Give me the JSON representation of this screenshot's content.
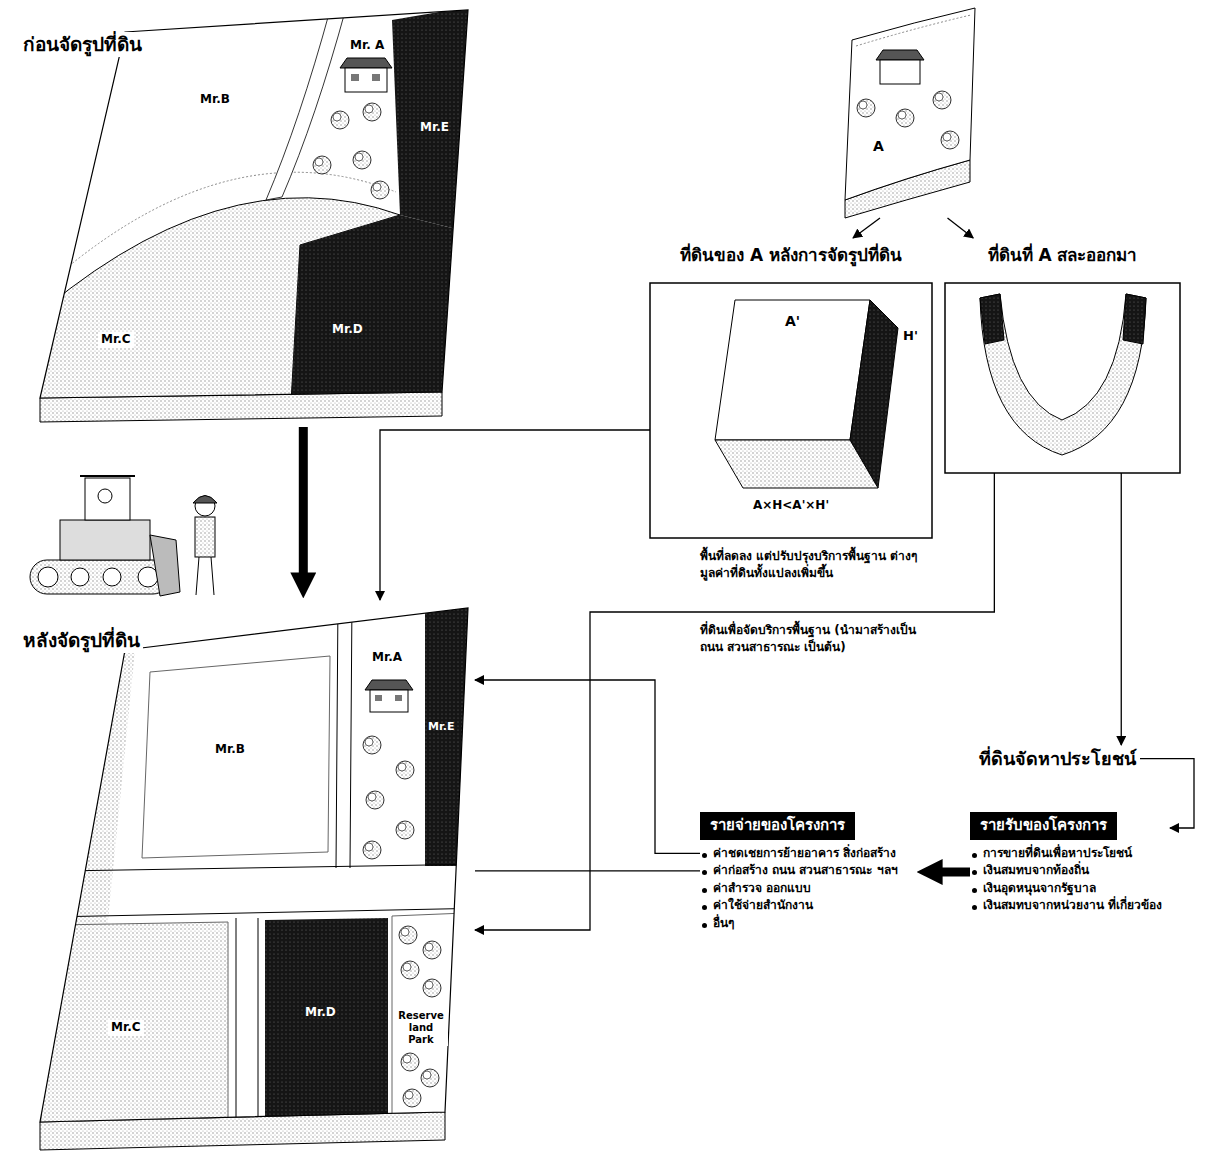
{
  "diagram": {
    "nodes": [
      {
        "text": [
          "ก่อนจัดรูปที่ดิน"
        ]
      },
      {
        "text": [
          "หลังจัดรูปที่ดิน"
        ]
      },
      {
        "text": [
          "A"
        ]
      },
      {
        "text": [
          "ที่ดินของ A หลังการจัดรูปที่ดิน",
          "A'",
          "H'",
          "A×H<A'×H'"
        ]
      },
      {
        "text": [
          "ที่ดินที่ A สละออกมา"
        ]
      },
      {
        "text": [
          "ที่ดินจัดหาประโยชน์"
        ]
      },
      {
        "text": [
          "รายจ่ายของโครงการ",
          "ค่าชดเชยการย้ายอาคาร สิ่งก่อสร้าง",
          "ค่าก่อสร้าง ถนน สวนสาธารณะ ฯลฯ",
          "ค่าสำรวจ ออกแบบ",
          "ค่าใช้จ่ายสำนักงาน",
          "อื่นๆ"
        ]
      },
      {
        "text": [
          "รายรับของโครงการ",
          "การขายที่ดินเพื่อหาประโยชน์",
          "เงินสมทบจากท้องถิ่น",
          "เงินอุดหนุนจากรัฐบาล",
          "เงินสมทบจากหน่วยงาน ที่เกี่ยวข้อง"
        ]
      }
    ],
    "edges": [
      {
        "from": 0,
        "to": 1,
        "arrow": "to"
      },
      {
        "from": 2,
        "to": 3,
        "arrow": "to"
      },
      {
        "from": 2,
        "to": 4,
        "arrow": "to"
      },
      {
        "from": 3,
        "to": 1,
        "arrow": "to"
      },
      {
        "from": 4,
        "to": 1,
        "label": "ที่ดินเพื่อจัดบริการพื้นฐาน (นำมาสร้างเป็น ถนน สวนสาธารณะ เป็นต้น)",
        "arrow": "to"
      },
      {
        "from": 4,
        "to": 5,
        "arrow": "to"
      },
      {
        "from": 5,
        "to": 7,
        "arrow": "to"
      },
      {
        "from": 7,
        "to": 6,
        "arrow": "to"
      },
      {
        "from": 6,
        "to": 1,
        "arrow": "to"
      },
      {
        "from": 6,
        "to": 1,
        "arrow": "none"
      }
    ],
    "labels": [
      "Mr. A",
      "Mr.B",
      "Mr.C",
      "Mr.D",
      "Mr.E",
      "Mr.B",
      "Mr.A",
      "Mr.C",
      "Mr.D",
      "Mr.E",
      "Reserve land Park",
      "พื้นที่ลดลง แต่ปรับปรุงบริการพื้นฐาน ต่างๆ มูลค่าที่ดินทั้งแปลงเพิ่มขึ้น"
    ]
  }
}
